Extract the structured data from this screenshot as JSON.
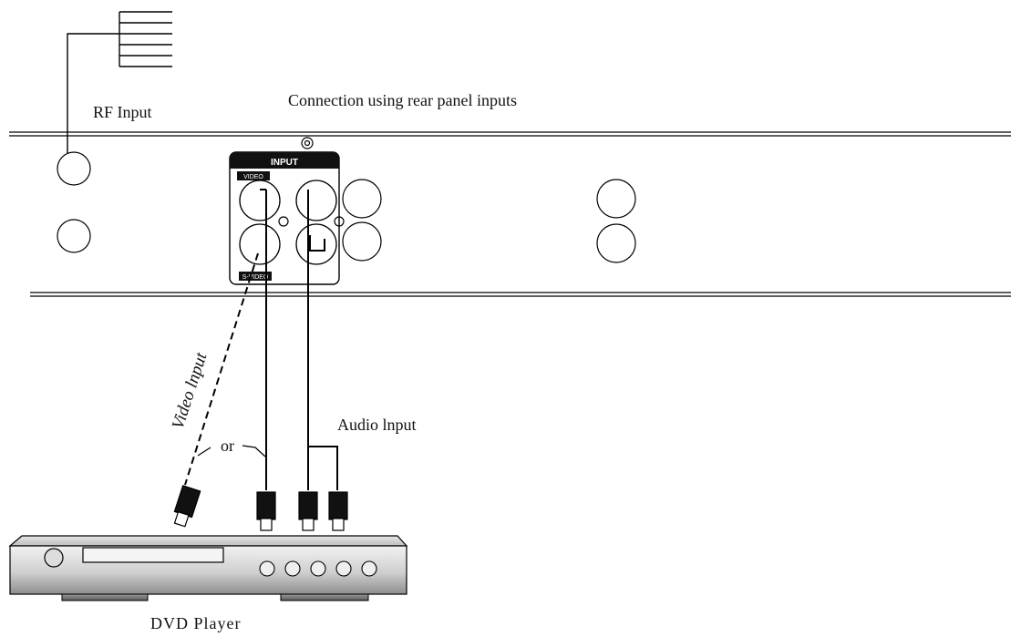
{
  "labels": {
    "title": "Connection using rear panel inputs",
    "rf_input": "RF Input",
    "panel_header": "INPUT",
    "video_tag": "VIDEO",
    "svideo_tag": "S-VIDEO",
    "video_input": "Video lnput",
    "audio_input": "Audio lnput",
    "or": "or",
    "dvd_player": "DVD Player"
  },
  "icons": [
    "antenna-icon",
    "rca-jack-icon",
    "rca-plug-icon",
    "dvd-player-icon"
  ]
}
